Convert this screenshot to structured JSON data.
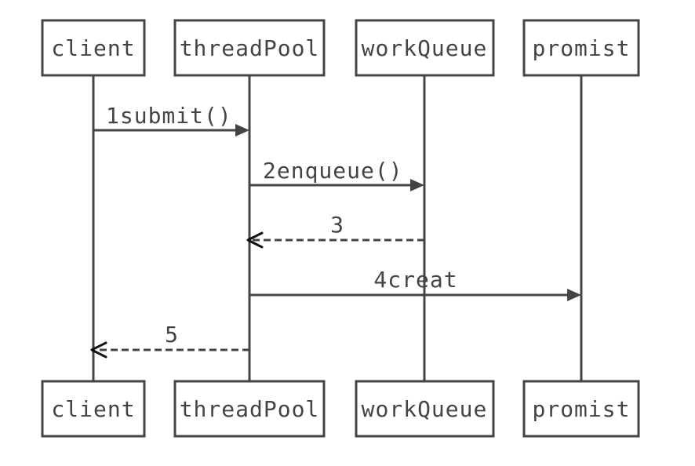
{
  "participants": [
    {
      "name": "client"
    },
    {
      "name": "threadPool"
    },
    {
      "name": "workQueue"
    },
    {
      "name": "promist"
    }
  ],
  "messages": [
    {
      "label": "1submit()",
      "from": "client",
      "to": "threadPool",
      "kind": "sync"
    },
    {
      "label": "2enqueue()",
      "from": "threadPool",
      "to": "workQueue",
      "kind": "sync"
    },
    {
      "label": "3",
      "from": "workQueue",
      "to": "threadPool",
      "kind": "return"
    },
    {
      "label": "4creat",
      "from": "threadPool",
      "to": "promist",
      "kind": "sync"
    },
    {
      "label": "5",
      "from": "threadPool",
      "to": "client",
      "kind": "return"
    }
  ],
  "colors": {
    "line": "#444444",
    "return_arrow": "#111111",
    "background": "#ffffff"
  }
}
